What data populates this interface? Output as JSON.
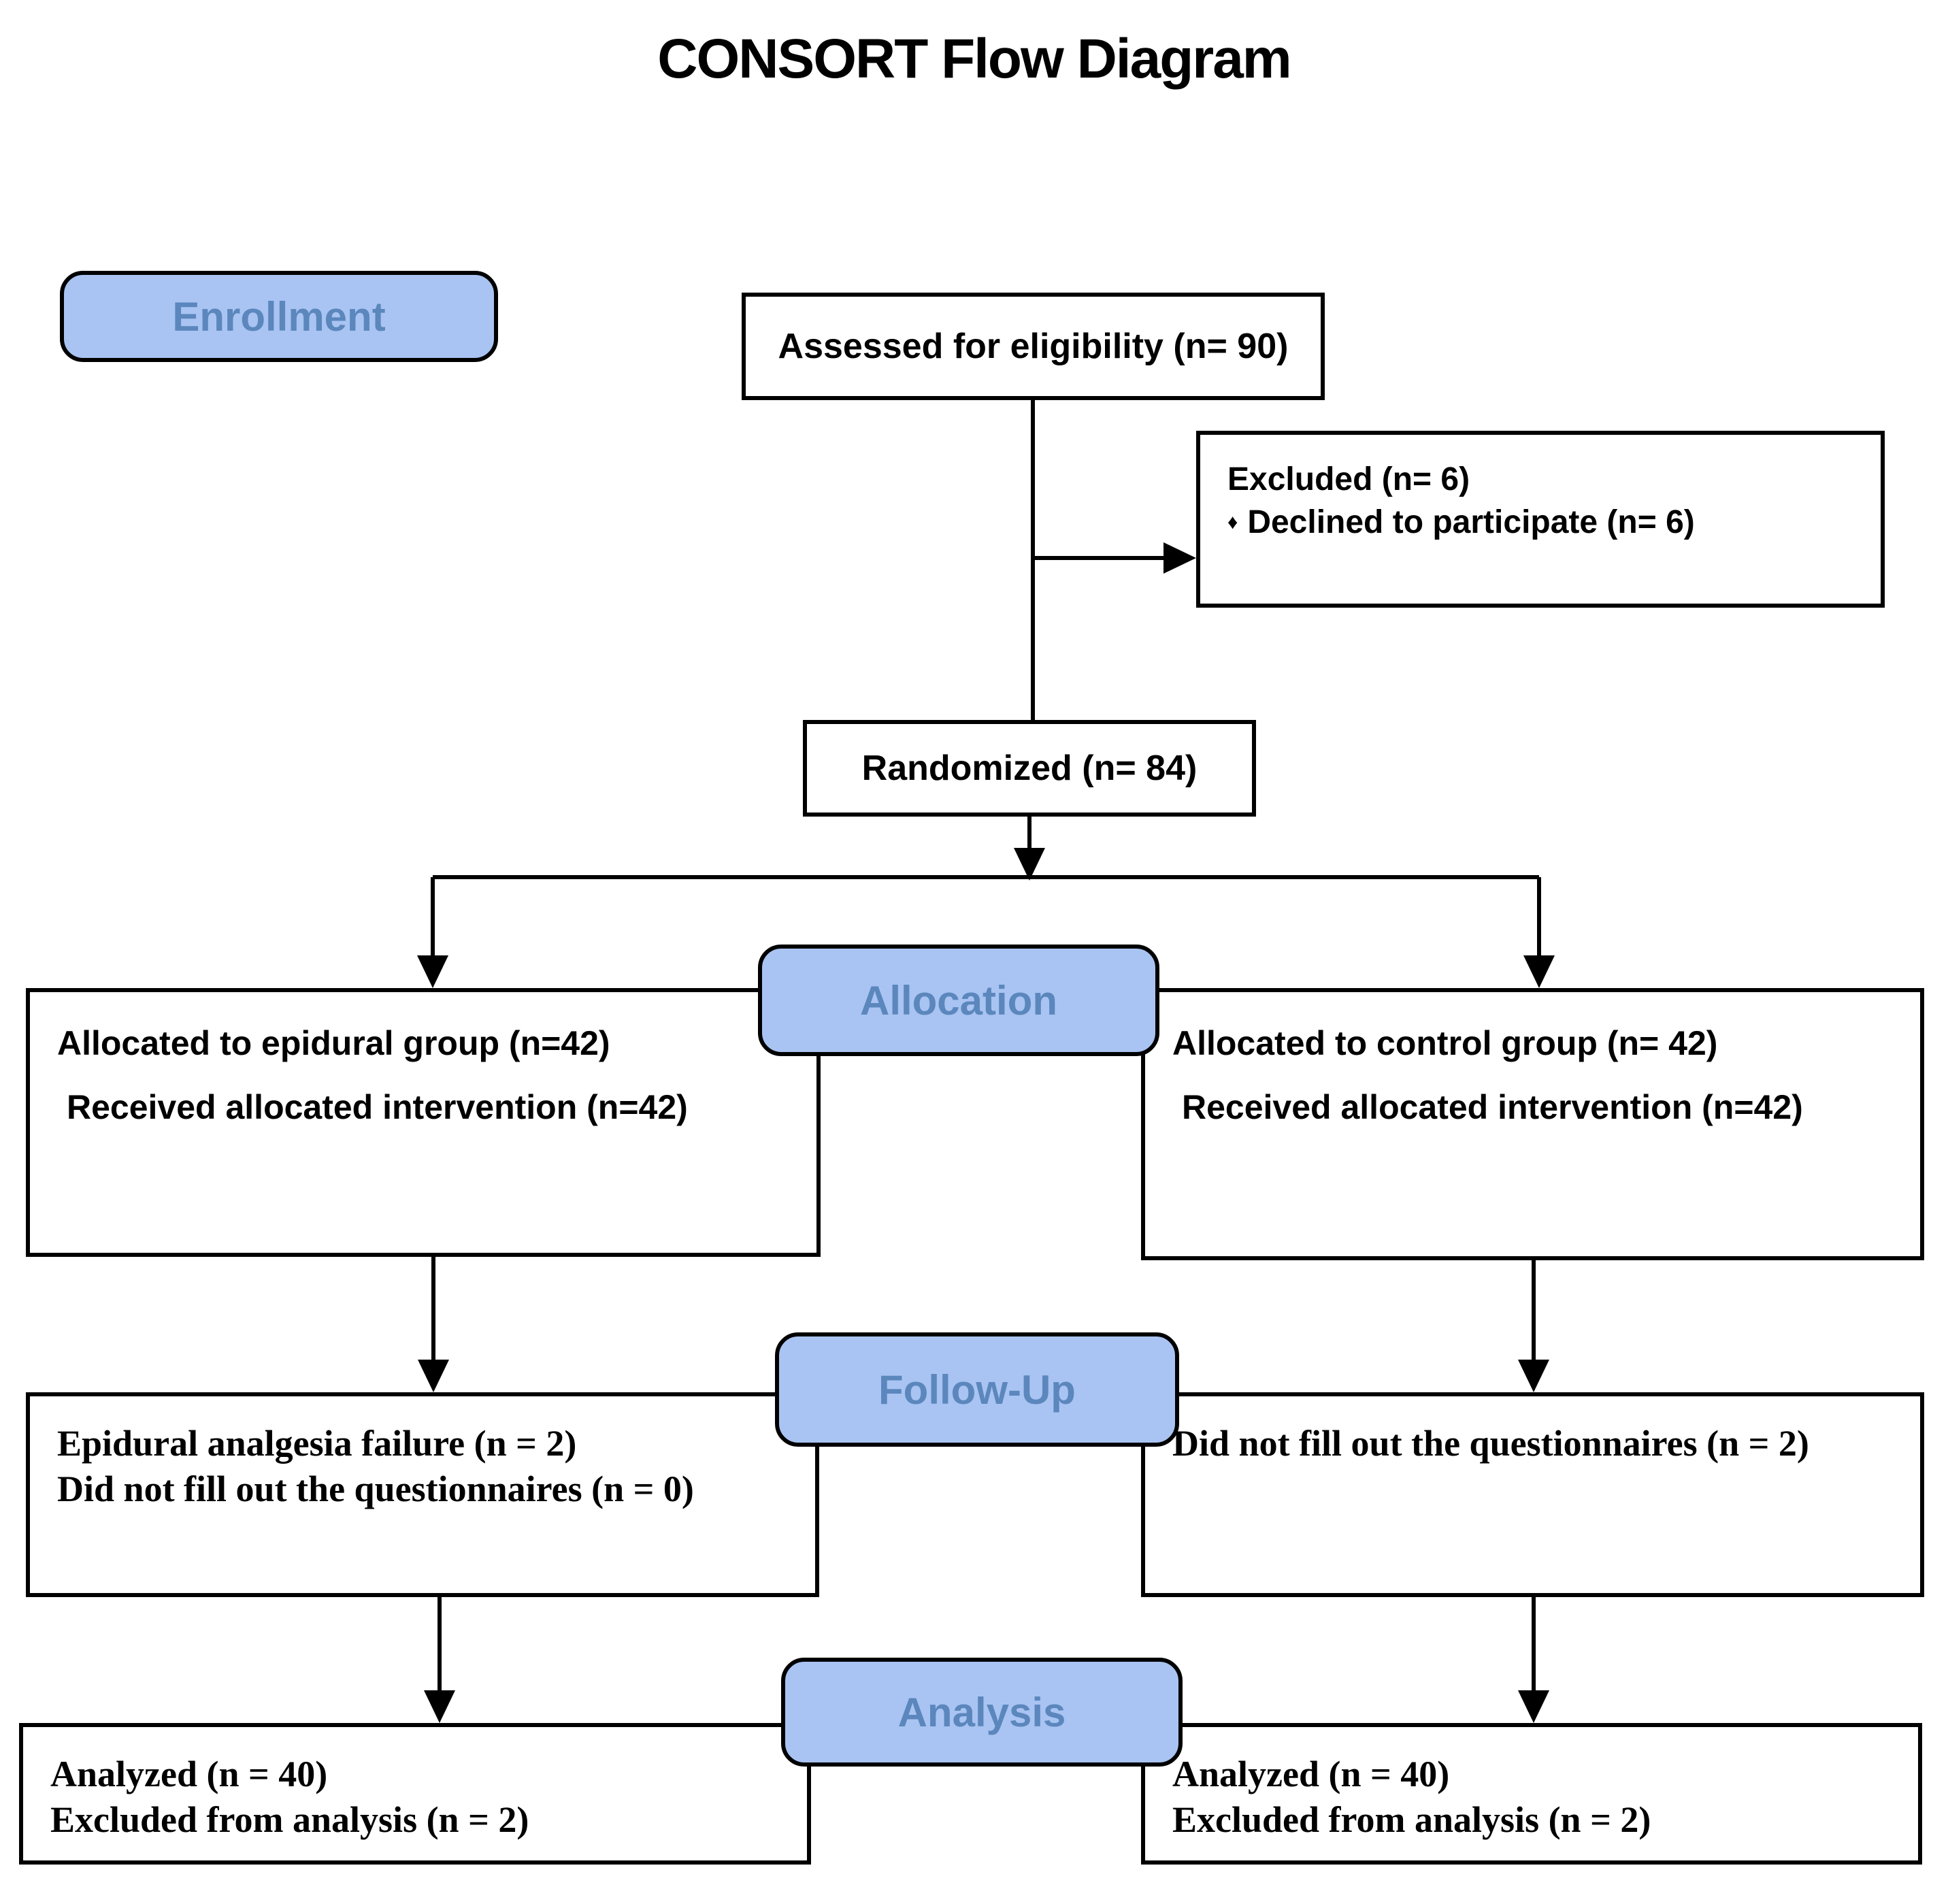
{
  "title": "CONSORT Flow Diagram",
  "stage_labels": {
    "enrollment": "Enrollment",
    "allocation": "Allocation",
    "followup": "Follow-Up",
    "analysis": "Analysis"
  },
  "boxes": {
    "assessed": {
      "text": "Assessed for eligibility (n= 90)"
    },
    "excluded": {
      "title": "Excluded (n= 6)",
      "bullet_item": "Declined to participate (n= 6)"
    },
    "randomized": {
      "text": "Randomized (n= 84)"
    },
    "allocation_left": {
      "line1": "Allocated to epidural group (n=42)",
      "line2": "Received allocated intervention (n=42)"
    },
    "allocation_right": {
      "line1": "Allocated to control group (n= 42)",
      "line2": "Received allocated intervention (n=42)"
    },
    "followup_left": {
      "line1": "Epidural analgesia failure (n = 2)",
      "line2": "Did not fill out the questionnaires (n = 0)"
    },
    "followup_right": {
      "line1": "Did not fill out the questionnaires (n = 2)"
    },
    "analysis_left": {
      "line1": "Analyzed (n = 40)",
      "line2": "Excluded from analysis (n = 2)"
    },
    "analysis_right": {
      "line1": "Analyzed (n = 40)",
      "line2": "Excluded from analysis (n = 2)"
    }
  },
  "icons": {
    "bullet_diamond": "♦"
  },
  "colors": {
    "stage_fill": "#A9C4F2",
    "stage_text": "#5B87BD",
    "box_border": "#000000",
    "background": "#FFFFFF"
  }
}
